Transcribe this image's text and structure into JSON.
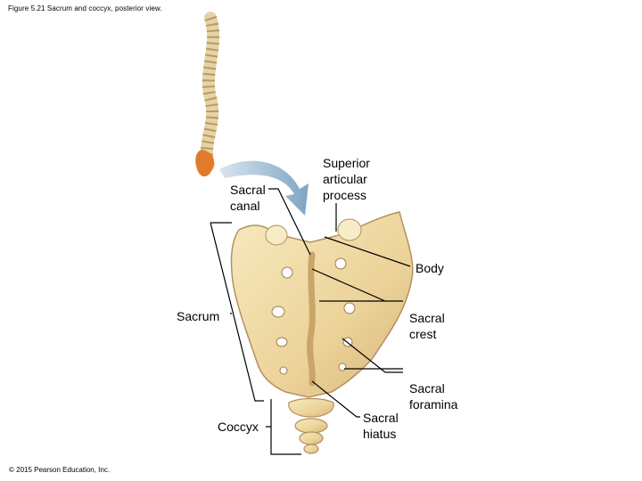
{
  "figure": {
    "caption": "Figure 5.21 Sacrum and coccyx, posterior view.",
    "copyright": "© 2015 Pearson Education, Inc."
  },
  "labels": {
    "sacral_canal": [
      "Sacral",
      "canal"
    ],
    "superior_articular_process": [
      "Superior",
      "articular",
      "process"
    ],
    "body": "Body",
    "sacrum": "Sacrum",
    "sacral_crest": [
      "Sacral",
      "crest"
    ],
    "sacral_foramina": [
      "Sacral",
      "foramina"
    ],
    "sacral_hiatus": [
      "Sacral",
      "hiatus"
    ],
    "coccyx": "Coccyx"
  },
  "colors": {
    "bone": "#f0dca4",
    "bone_shadow": "#c9a56a",
    "coccyx_highlight": "#e27a2c",
    "arrow": "#8fb1cc",
    "leader_lines": "#000000"
  }
}
